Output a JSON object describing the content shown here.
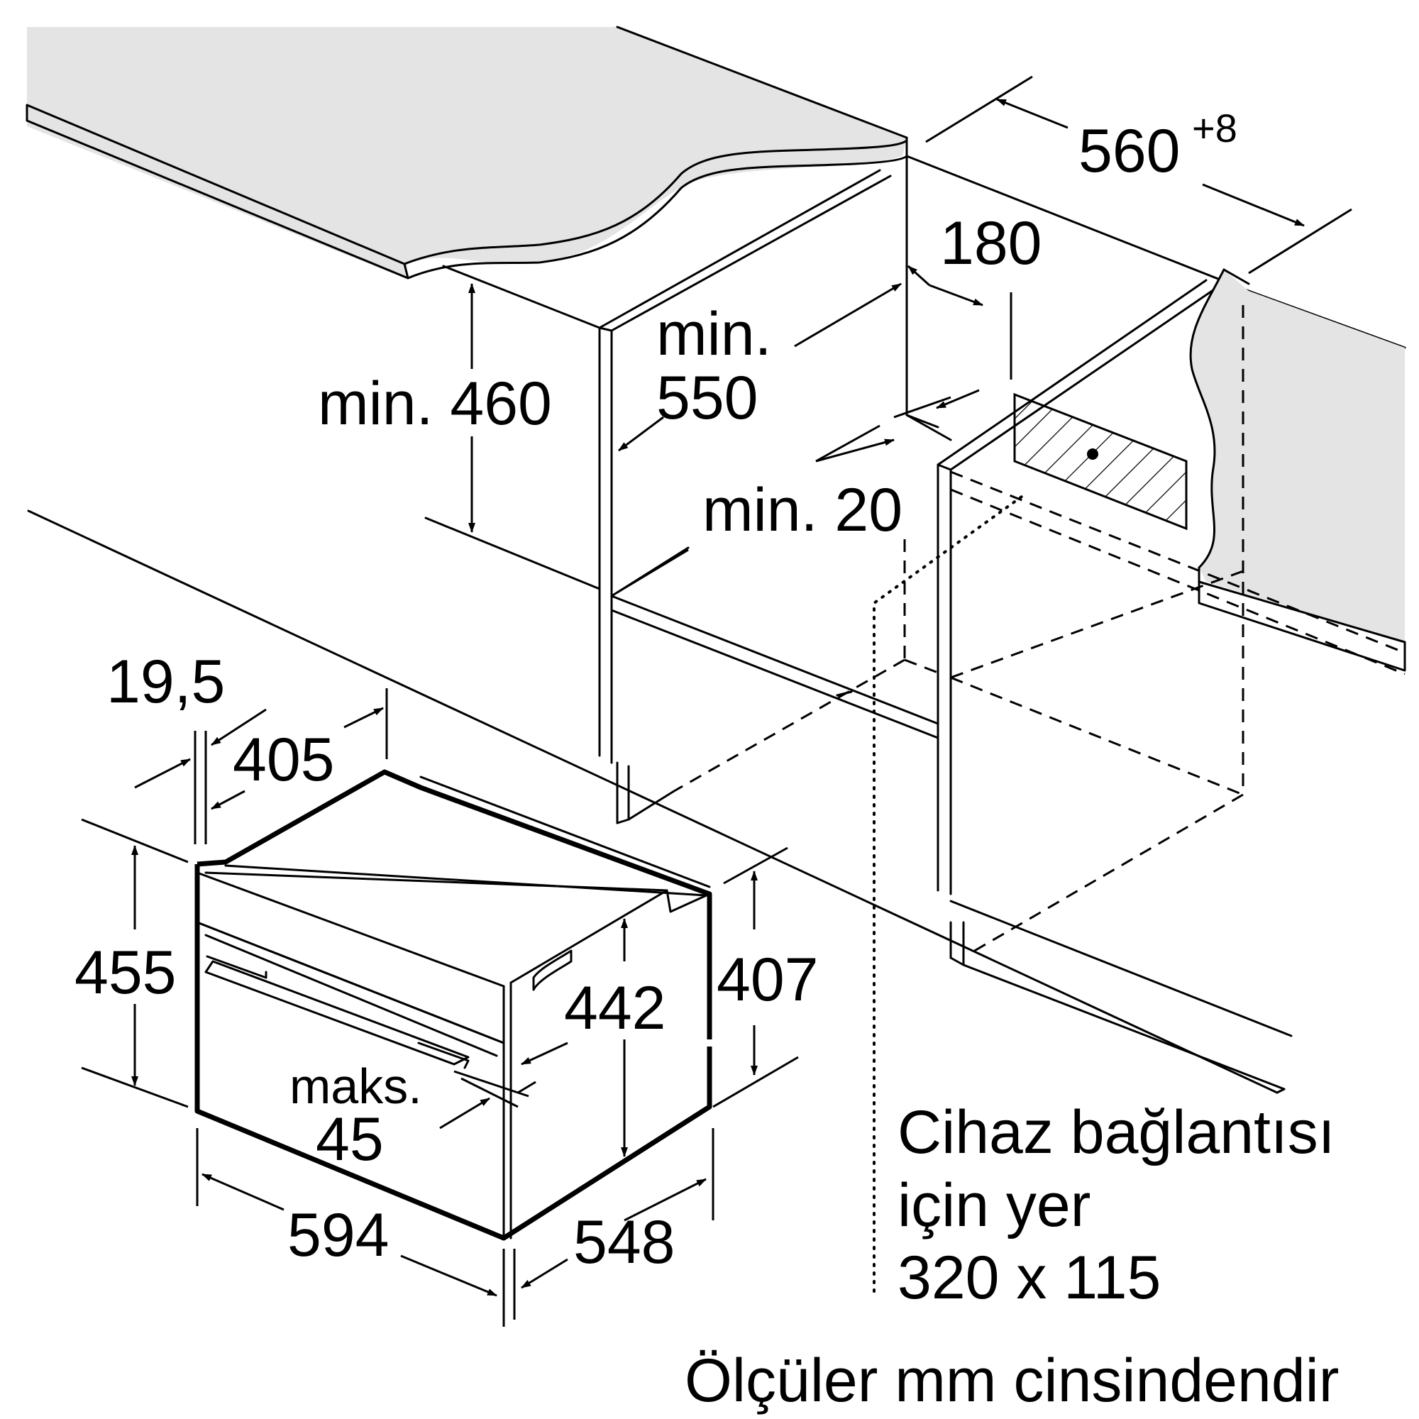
{
  "labels": {
    "width_560": "560",
    "width_560_tol": "+8",
    "dim_180": "180",
    "min_550_a": "min.",
    "min_550_b": "550",
    "min_460": "min. 460",
    "min_20": "min. 20",
    "dim_19_5": "19,5",
    "dim_405": "405",
    "dim_455": "455",
    "dim_407": "407",
    "dim_442": "442",
    "maks_a": "maks.",
    "maks_b": "45",
    "dim_594": "594",
    "dim_548": "548",
    "note_line1": "Cihaz bağlantısı",
    "note_line2": "için yer",
    "note_line3": "320 x 115",
    "units_note": "Ölçüler mm cinsindendir"
  },
  "colors": {
    "line": "#000000",
    "countertop_fill": "#e4e4e4",
    "background": "#ffffff"
  }
}
